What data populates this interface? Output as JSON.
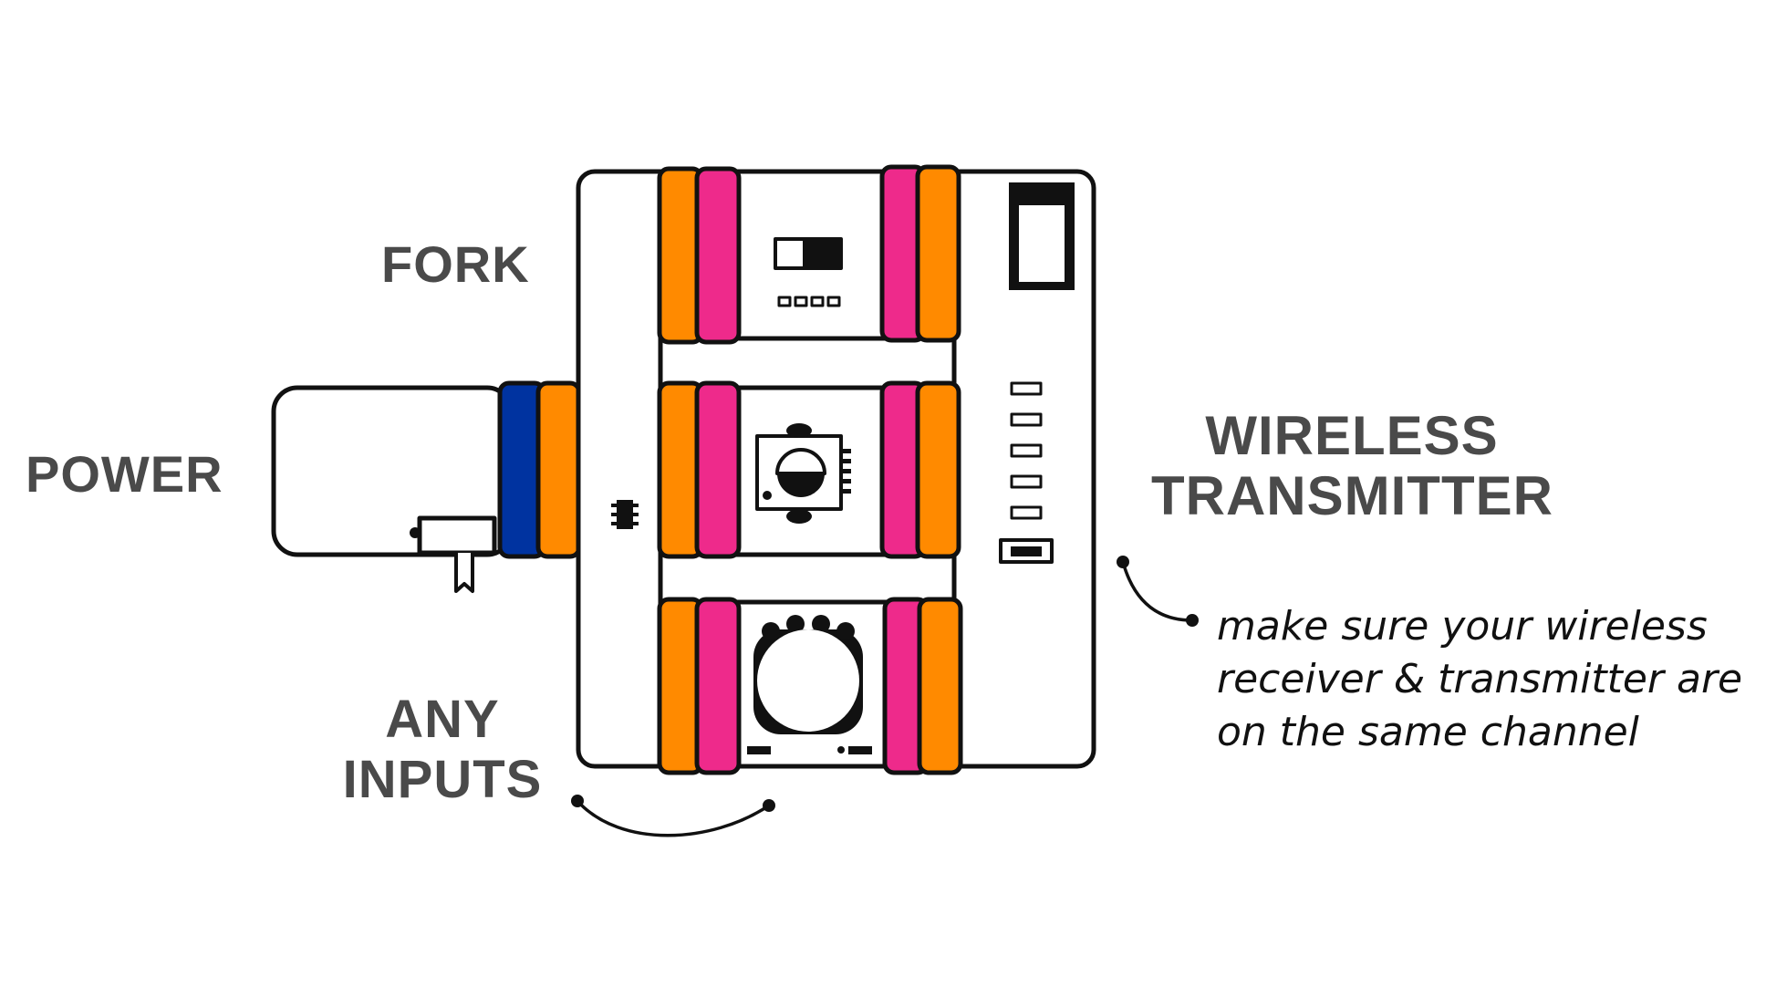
{
  "labels": {
    "fork": "FORK",
    "power": "POWER",
    "wireless_line1": "WIRELESS",
    "wireless_line2": "TRANSMITTER",
    "inputs_line1": "ANY",
    "inputs_line2": "INPUTS"
  },
  "note": {
    "line1": "make sure your wireless",
    "line2": "receiver & transmitter are",
    "line3": "on the same channel"
  },
  "colors": {
    "orange": "#ff8a00",
    "magenta": "#ee2a8b",
    "blue": "#0033a0",
    "outline": "#111111",
    "label_gray": "#4a4a4a"
  },
  "icons": {
    "switch": "slide-switch-icon",
    "knob": "rotary-knob-icon",
    "dial": "dial-icon",
    "chip": "chip-icon",
    "antenna": "antenna-window-icon",
    "channel_leds": "channel-indicator-icon",
    "power_switch": "power-switch-icon"
  }
}
